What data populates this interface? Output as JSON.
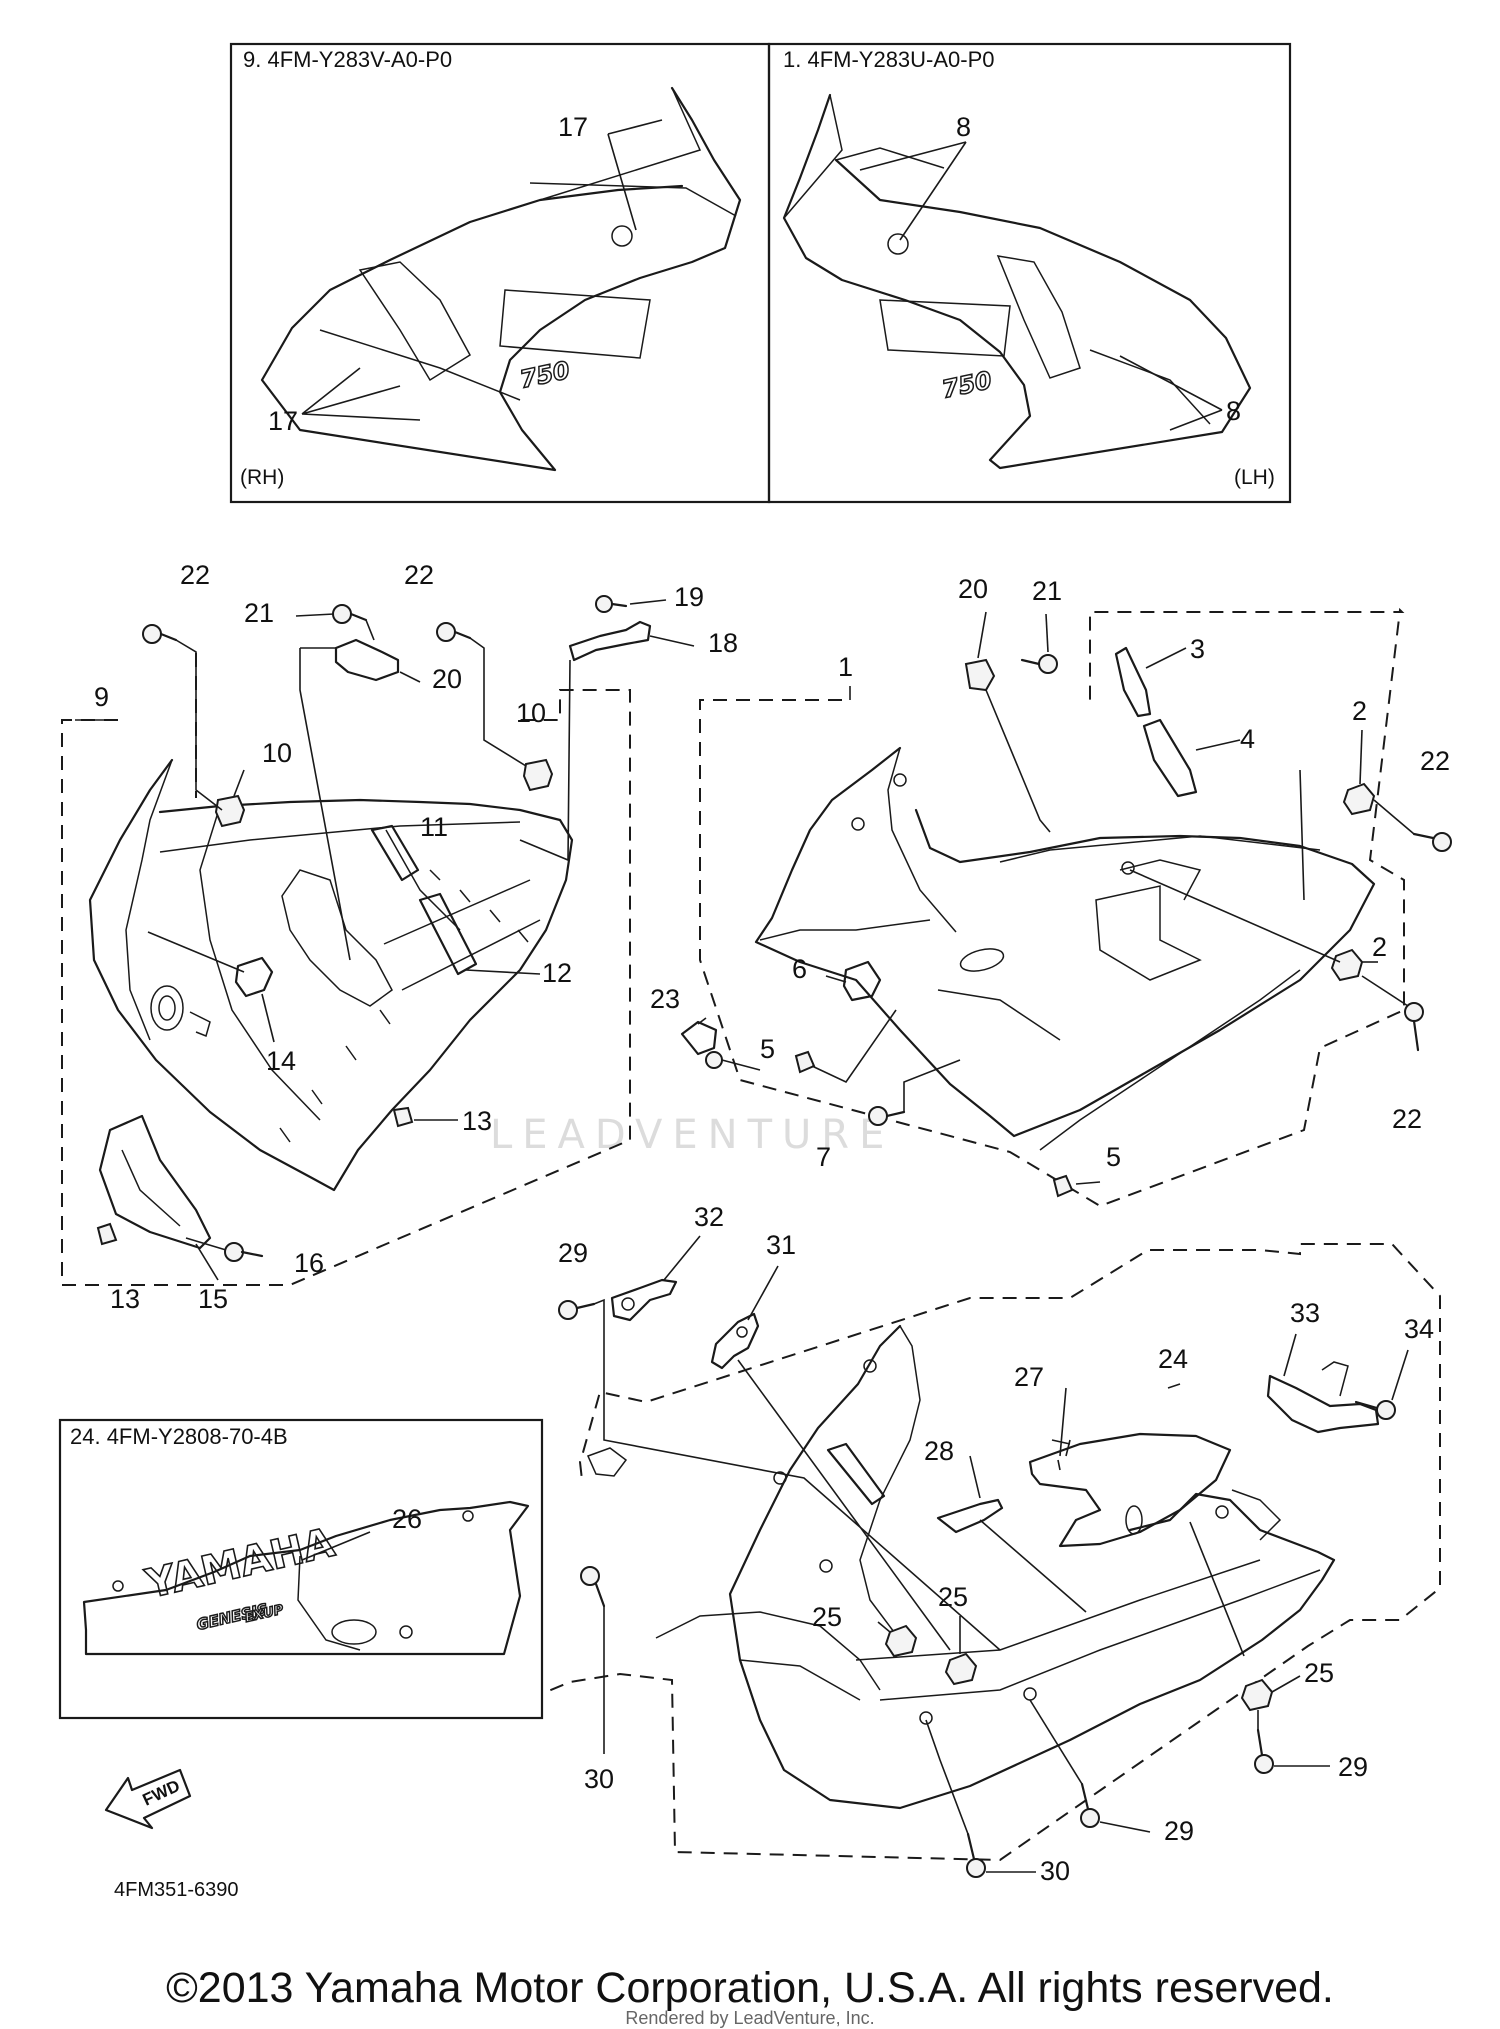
{
  "diagram_code": "4FM351-6390",
  "copyright": "©2013 Yamaha Motor Corporation, U.S.A. All rights reserved.",
  "rendered_by": "Rendered by LeadVenture, Inc.",
  "watermark": "LEADVENTURE",
  "fwd_label": "FWD",
  "decal_boxes": {
    "rh": {
      "title": "9. 4FM-Y283V-A0-P0",
      "side": "(RH)"
    },
    "lh": {
      "title": "1. 4FM-Y283U-A0-P0",
      "side": "(LH)"
    },
    "under": {
      "title": "24. 4FM-Y2808-70-4B"
    }
  },
  "decal_text": {
    "model": "750",
    "brand": "YAMAHA",
    "genesis": "GENESIS",
    "exup": "EXUP"
  },
  "callouts": {
    "c17a": "17",
    "c17b": "17",
    "c8a": "8",
    "c8b": "8",
    "c22a": "22",
    "c21a": "21",
    "c22b": "22",
    "c19": "19",
    "c18": "18",
    "c20a": "20",
    "c9": "9",
    "c10a": "10",
    "c10b": "10",
    "c11": "11",
    "c12": "12",
    "c14": "14",
    "c13a": "13",
    "c13b": "13",
    "c15": "15",
    "c16": "16",
    "c20b": "20",
    "c21b": "21",
    "c3": "3",
    "c1": "1",
    "c4": "4",
    "c2a": "2",
    "c22c": "22",
    "c2b": "2",
    "c22d": "22",
    "c23": "23",
    "c6": "6",
    "c5a": "5",
    "c5b": "5",
    "c7": "7",
    "c32": "32",
    "c29a": "29",
    "c31": "31",
    "c24": "24",
    "c33": "33",
    "c34": "34",
    "c27": "27",
    "c28": "28",
    "c26": "26",
    "c25a": "25",
    "c25b": "25",
    "c25c": "25",
    "c30a": "30",
    "c30b": "30",
    "c29b": "29",
    "c29c": "29"
  }
}
